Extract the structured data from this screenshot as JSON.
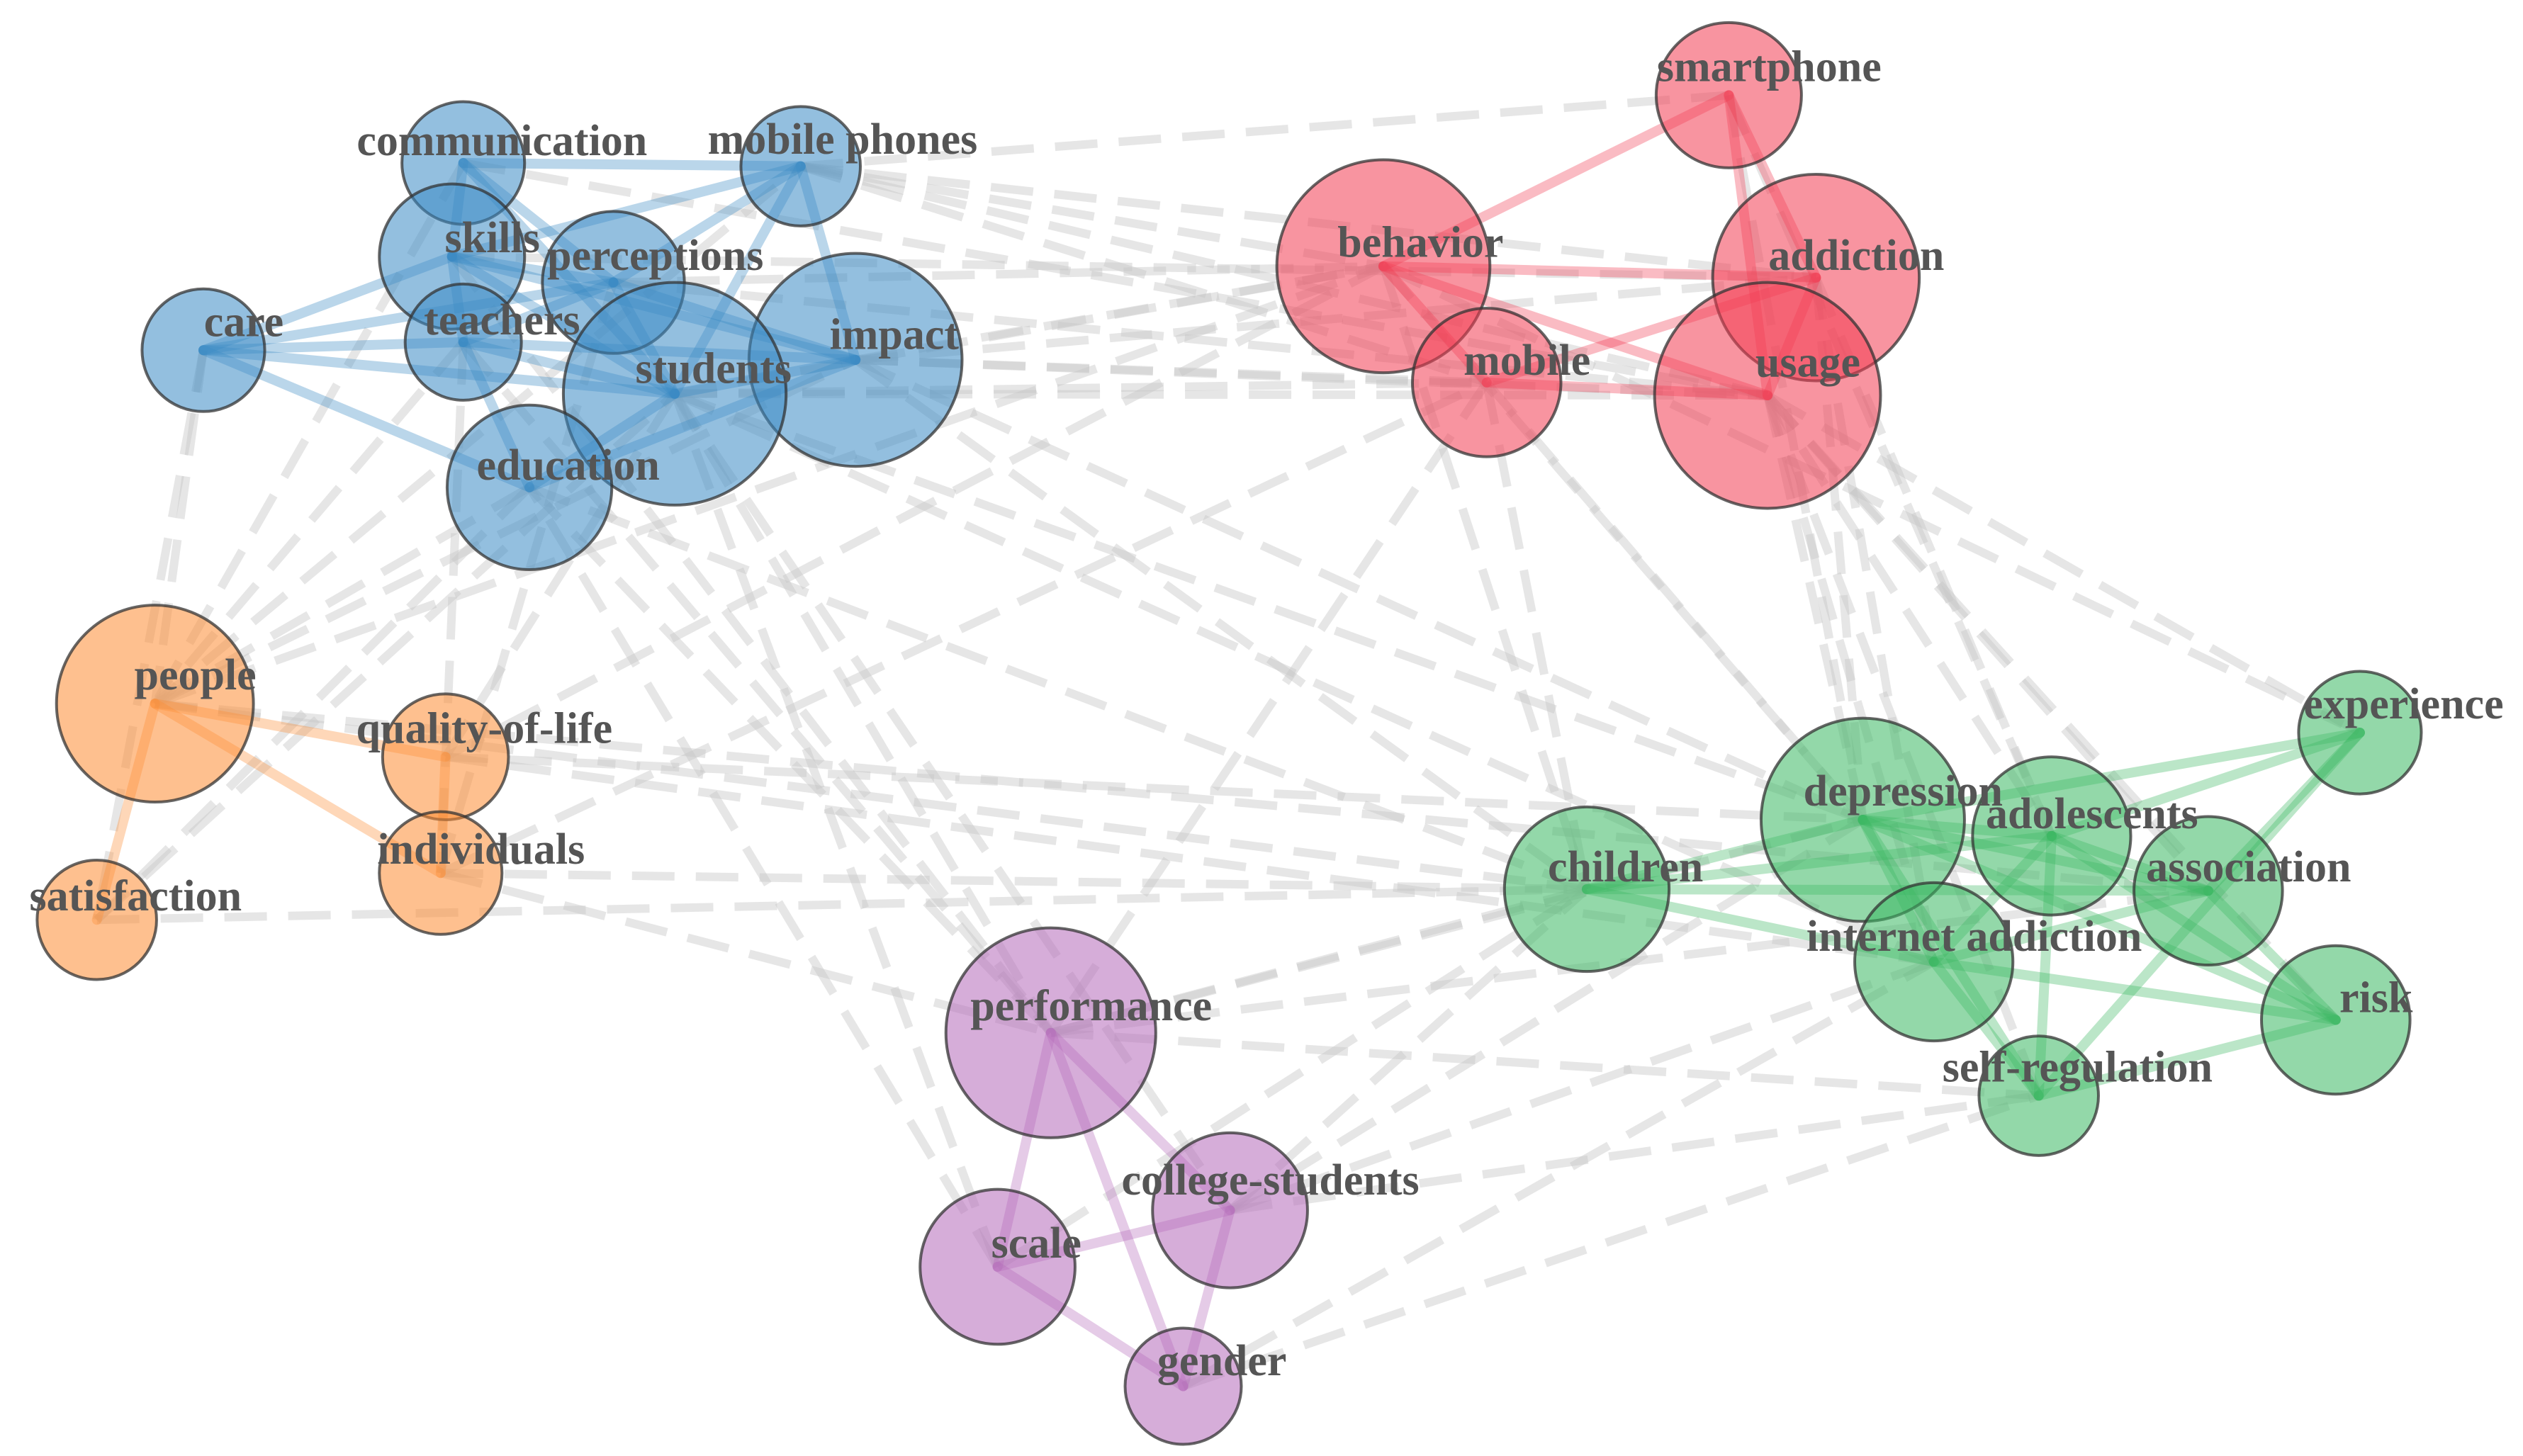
{
  "clusters": [
    {
      "id": "blue",
      "color": "#3a8ac4"
    },
    {
      "id": "red",
      "color": "#f23d52"
    },
    {
      "id": "orange",
      "color": "#fd8c33"
    },
    {
      "id": "green",
      "color": "#3bb862"
    },
    {
      "id": "purple",
      "color": "#b46ab9"
    }
  ],
  "nodes": [
    {
      "id": "communication",
      "label": "communication",
      "cluster": "blue"
    },
    {
      "id": "mobile-phones",
      "label": "mobile phones",
      "cluster": "blue"
    },
    {
      "id": "skills",
      "label": "skills",
      "cluster": "blue"
    },
    {
      "id": "perceptions",
      "label": "perceptions",
      "cluster": "blue"
    },
    {
      "id": "care",
      "label": "care",
      "cluster": "blue"
    },
    {
      "id": "teachers",
      "label": "teachers",
      "cluster": "blue"
    },
    {
      "id": "impact",
      "label": "impact",
      "cluster": "blue"
    },
    {
      "id": "students",
      "label": "students",
      "cluster": "blue"
    },
    {
      "id": "education",
      "label": "education",
      "cluster": "blue"
    },
    {
      "id": "smartphone",
      "label": "smartphone",
      "cluster": "red"
    },
    {
      "id": "behavior",
      "label": "behavior",
      "cluster": "red"
    },
    {
      "id": "addiction",
      "label": "addiction",
      "cluster": "red"
    },
    {
      "id": "mobile",
      "label": "mobile",
      "cluster": "red"
    },
    {
      "id": "usage",
      "label": "usage",
      "cluster": "red"
    },
    {
      "id": "people",
      "label": "people",
      "cluster": "orange"
    },
    {
      "id": "quality-of-life",
      "label": "quality-of-life",
      "cluster": "orange"
    },
    {
      "id": "individuals",
      "label": "individuals",
      "cluster": "orange"
    },
    {
      "id": "satisfaction",
      "label": "satisfaction",
      "cluster": "orange"
    },
    {
      "id": "experience",
      "label": "experience",
      "cluster": "green"
    },
    {
      "id": "depression",
      "label": "depression",
      "cluster": "green"
    },
    {
      "id": "adolescents",
      "label": "adolescents",
      "cluster": "green"
    },
    {
      "id": "children",
      "label": "children",
      "cluster": "green"
    },
    {
      "id": "association",
      "label": "association",
      "cluster": "green"
    },
    {
      "id": "internet-addiction",
      "label": "internet addiction",
      "cluster": "green"
    },
    {
      "id": "risk",
      "label": "risk",
      "cluster": "green"
    },
    {
      "id": "self-regulation",
      "label": "self-regulation",
      "cluster": "green"
    },
    {
      "id": "performance",
      "label": "performance",
      "cluster": "purple"
    },
    {
      "id": "college-students",
      "label": "college-students",
      "cluster": "purple"
    },
    {
      "id": "scale",
      "label": "scale",
      "cluster": "purple"
    },
    {
      "id": "gender",
      "label": "gender",
      "cluster": "purple"
    }
  ],
  "edges_intra": [
    [
      "communication",
      "skills"
    ],
    [
      "communication",
      "mobile-phones"
    ],
    [
      "communication",
      "perceptions"
    ],
    [
      "communication",
      "students"
    ],
    [
      "skills",
      "care"
    ],
    [
      "skills",
      "teachers"
    ],
    [
      "skills",
      "perceptions"
    ],
    [
      "skills",
      "students"
    ],
    [
      "skills",
      "impact"
    ],
    [
      "skills",
      "mobile-phones"
    ],
    [
      "care",
      "teachers"
    ],
    [
      "care",
      "students"
    ],
    [
      "care",
      "education"
    ],
    [
      "care",
      "perceptions"
    ],
    [
      "teachers",
      "students"
    ],
    [
      "teachers",
      "perceptions"
    ],
    [
      "teachers",
      "impact"
    ],
    [
      "teachers",
      "education"
    ],
    [
      "perceptions",
      "mobile-phones"
    ],
    [
      "perceptions",
      "students"
    ],
    [
      "perceptions",
      "impact"
    ],
    [
      "students",
      "impact"
    ],
    [
      "students",
      "education"
    ],
    [
      "students",
      "mobile-phones"
    ],
    [
      "impact",
      "mobile-phones"
    ],
    [
      "education",
      "impact"
    ],
    [
      "smartphone",
      "behavior"
    ],
    [
      "smartphone",
      "addiction"
    ],
    [
      "smartphone",
      "usage"
    ],
    [
      "behavior",
      "addiction"
    ],
    [
      "behavior",
      "mobile"
    ],
    [
      "behavior",
      "usage"
    ],
    [
      "mobile",
      "addiction"
    ],
    [
      "mobile",
      "usage"
    ],
    [
      "addiction",
      "usage"
    ],
    [
      "people",
      "quality-of-life"
    ],
    [
      "people",
      "individuals"
    ],
    [
      "people",
      "satisfaction"
    ],
    [
      "quality-of-life",
      "individuals"
    ],
    [
      "children",
      "depression"
    ],
    [
      "children",
      "adolescents"
    ],
    [
      "children",
      "internet-addiction"
    ],
    [
      "children",
      "association"
    ],
    [
      "depression",
      "adolescents"
    ],
    [
      "depression",
      "association"
    ],
    [
      "depression",
      "internet-addiction"
    ],
    [
      "depression",
      "experience"
    ],
    [
      "depression",
      "risk"
    ],
    [
      "depression",
      "self-regulation"
    ],
    [
      "adolescents",
      "association"
    ],
    [
      "adolescents",
      "internet-addiction"
    ],
    [
      "adolescents",
      "experience"
    ],
    [
      "adolescents",
      "risk"
    ],
    [
      "adolescents",
      "self-regulation"
    ],
    [
      "association",
      "experience"
    ],
    [
      "association",
      "risk"
    ],
    [
      "association",
      "internet-addiction"
    ],
    [
      "internet-addiction",
      "risk"
    ],
    [
      "internet-addiction",
      "self-regulation"
    ],
    [
      "self-regulation",
      "risk"
    ],
    [
      "self-regulation",
      "experience"
    ],
    [
      "performance",
      "scale"
    ],
    [
      "performance",
      "college-students"
    ],
    [
      "performance",
      "gender"
    ],
    [
      "scale",
      "college-students"
    ],
    [
      "scale",
      "gender"
    ],
    [
      "college-students",
      "gender"
    ]
  ],
  "edges_inter": [
    [
      "mobile-phones",
      "smartphone"
    ],
    [
      "mobile-phones",
      "behavior"
    ],
    [
      "mobile-phones",
      "addiction"
    ],
    [
      "mobile-phones",
      "usage"
    ],
    [
      "mobile-phones",
      "mobile"
    ],
    [
      "impact",
      "behavior"
    ],
    [
      "impact",
      "usage"
    ],
    [
      "impact",
      "addiction"
    ],
    [
      "impact",
      "mobile"
    ],
    [
      "impact",
      "children"
    ],
    [
      "impact",
      "depression"
    ],
    [
      "students",
      "usage"
    ],
    [
      "students",
      "behavior"
    ],
    [
      "students",
      "mobile"
    ],
    [
      "students",
      "performance"
    ],
    [
      "students",
      "depression"
    ],
    [
      "students",
      "internet-addiction"
    ],
    [
      "students",
      "college-students"
    ],
    [
      "perceptions",
      "behavior"
    ],
    [
      "perceptions",
      "usage"
    ],
    [
      "communication",
      "usage"
    ],
    [
      "skills",
      "addiction"
    ],
    [
      "education",
      "performance"
    ],
    [
      "education",
      "children"
    ],
    [
      "education",
      "people"
    ],
    [
      "education",
      "satisfaction"
    ],
    [
      "care",
      "people"
    ],
    [
      "care",
      "satisfaction"
    ],
    [
      "teachers",
      "people"
    ],
    [
      "teachers",
      "performance"
    ],
    [
      "teachers",
      "individuals"
    ],
    [
      "people",
      "behavior"
    ],
    [
      "people",
      "impact"
    ],
    [
      "people",
      "association"
    ],
    [
      "people",
      "children"
    ],
    [
      "people",
      "mobile-phones"
    ],
    [
      "quality-of-life",
      "students"
    ],
    [
      "quality-of-life",
      "behavior"
    ],
    [
      "quality-of-life",
      "depression"
    ],
    [
      "quality-of-life",
      "internet-addiction"
    ],
    [
      "individuals",
      "children"
    ],
    [
      "individuals",
      "performance"
    ],
    [
      "individuals",
      "mobile"
    ],
    [
      "satisfaction",
      "children"
    ],
    [
      "satisfaction",
      "students"
    ],
    [
      "behavior",
      "children"
    ],
    [
      "behavior",
      "experience"
    ],
    [
      "behavior",
      "depression"
    ],
    [
      "mobile",
      "performance"
    ],
    [
      "mobile",
      "children"
    ],
    [
      "mobile",
      "depression"
    ],
    [
      "usage",
      "depression"
    ],
    [
      "usage",
      "adolescents"
    ],
    [
      "usage",
      "association"
    ],
    [
      "usage",
      "internet-addiction"
    ],
    [
      "usage",
      "risk"
    ],
    [
      "usage",
      "experience"
    ],
    [
      "usage",
      "self-regulation"
    ],
    [
      "addiction",
      "internet-addiction"
    ],
    [
      "addiction",
      "adolescents"
    ],
    [
      "addiction",
      "depression"
    ],
    [
      "smartphone",
      "adolescents"
    ],
    [
      "smartphone",
      "depression"
    ],
    [
      "performance",
      "children"
    ],
    [
      "performance",
      "depression"
    ],
    [
      "performance",
      "self-regulation"
    ],
    [
      "performance",
      "association"
    ],
    [
      "college-students",
      "children"
    ],
    [
      "college-students",
      "depression"
    ],
    [
      "college-students",
      "internet-addiction"
    ],
    [
      "college-students",
      "self-regulation"
    ],
    [
      "gender",
      "self-regulation"
    ],
    [
      "gender",
      "internet-addiction"
    ],
    [
      "scale",
      "children"
    ],
    [
      "scale",
      "education"
    ],
    [
      "scale",
      "students"
    ],
    [
      "skills",
      "performance"
    ],
    [
      "communication",
      "people"
    ],
    [
      "perceptions",
      "individuals"
    ]
  ]
}
